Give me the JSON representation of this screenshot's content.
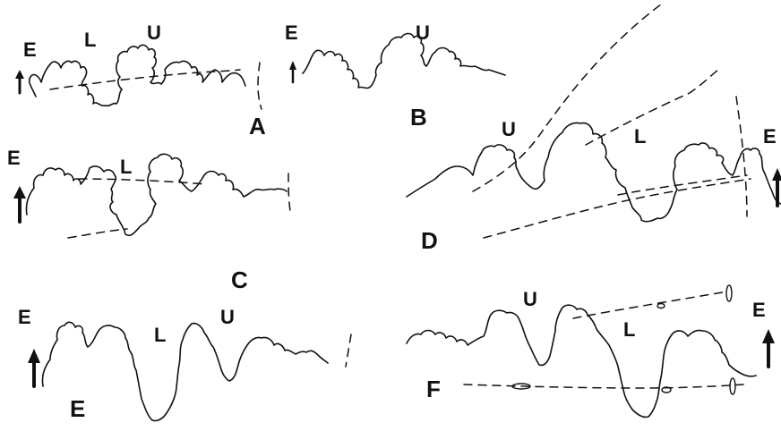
{
  "figure": {
    "panels": [
      {
        "letter": "A",
        "labels": {
          "E": "E",
          "L": "L",
          "U": "U"
        }
      },
      {
        "letter": "B",
        "labels": {
          "E": "E",
          "U": "U"
        }
      },
      {
        "letter": "C",
        "labels": {
          "E": "E",
          "L": "L"
        }
      },
      {
        "letter": "D",
        "labels": {
          "U": "U",
          "L": "L",
          "E": "E"
        }
      },
      {
        "letter": "E",
        "labels": {
          "E": "E",
          "L": "L",
          "U": "U"
        }
      },
      {
        "letter": "F",
        "labels": {
          "U": "U",
          "L": "L",
          "E": "E"
        }
      }
    ]
  }
}
